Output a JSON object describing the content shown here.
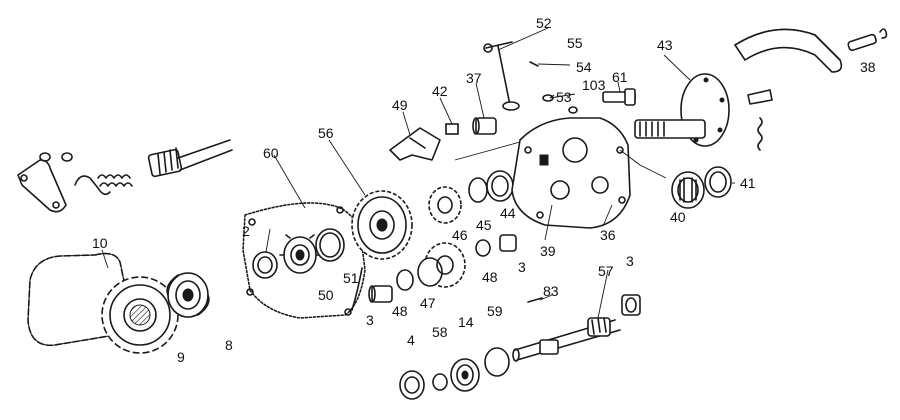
{
  "labels": [
    {
      "id": "p2",
      "text": "2"
    },
    {
      "id": "p3a",
      "text": "3"
    },
    {
      "id": "p3b",
      "text": "3"
    },
    {
      "id": "p3c",
      "text": "3"
    },
    {
      "id": "p4",
      "text": "4"
    },
    {
      "id": "p8",
      "text": "8"
    },
    {
      "id": "p9",
      "text": "9"
    },
    {
      "id": "p10",
      "text": "10"
    },
    {
      "id": "p14",
      "text": "14"
    },
    {
      "id": "p36",
      "text": "36"
    },
    {
      "id": "p37",
      "text": "37"
    },
    {
      "id": "p38",
      "text": "38"
    },
    {
      "id": "p39",
      "text": "39"
    },
    {
      "id": "p40",
      "text": "40"
    },
    {
      "id": "p41",
      "text": "41"
    },
    {
      "id": "p42",
      "text": "42"
    },
    {
      "id": "p43",
      "text": "43"
    },
    {
      "id": "p44",
      "text": "44"
    },
    {
      "id": "p45",
      "text": "45"
    },
    {
      "id": "p46",
      "text": "46"
    },
    {
      "id": "p47",
      "text": "47"
    },
    {
      "id": "p48a",
      "text": "48"
    },
    {
      "id": "p48b",
      "text": "48"
    },
    {
      "id": "p49",
      "text": "49"
    },
    {
      "id": "p50",
      "text": "50"
    },
    {
      "id": "p51",
      "text": "51"
    },
    {
      "id": "p52",
      "text": "52"
    },
    {
      "id": "p53",
      "text": "53"
    },
    {
      "id": "p54",
      "text": "54"
    },
    {
      "id": "p55",
      "text": "55"
    },
    {
      "id": "p56",
      "text": "56"
    },
    {
      "id": "p57",
      "text": "57"
    },
    {
      "id": "p58",
      "text": "58"
    },
    {
      "id": "p59",
      "text": "59"
    },
    {
      "id": "p60",
      "text": "60"
    },
    {
      "id": "p61",
      "text": "61"
    },
    {
      "id": "p83",
      "text": "83"
    },
    {
      "id": "p103",
      "text": "103"
    }
  ],
  "colors": {
    "ink": "#1a1a1a",
    "background": "#ffffff"
  }
}
